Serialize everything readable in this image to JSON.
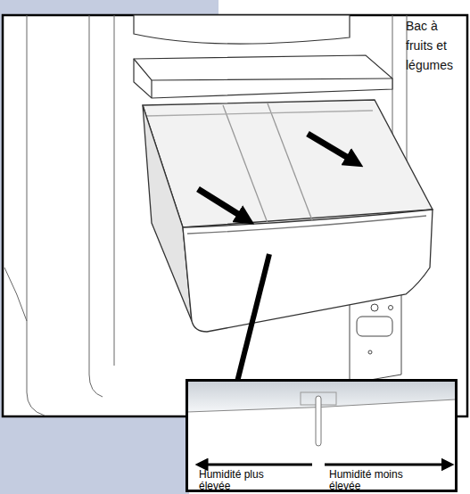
{
  "diagram": {
    "nodes": [
      {
        "text": [
          "Humidité plus élevée",
          "Humidité moins élevée"
        ]
      }
    ],
    "labels": [
      "Bac à fruits et légumes"
    ]
  }
}
